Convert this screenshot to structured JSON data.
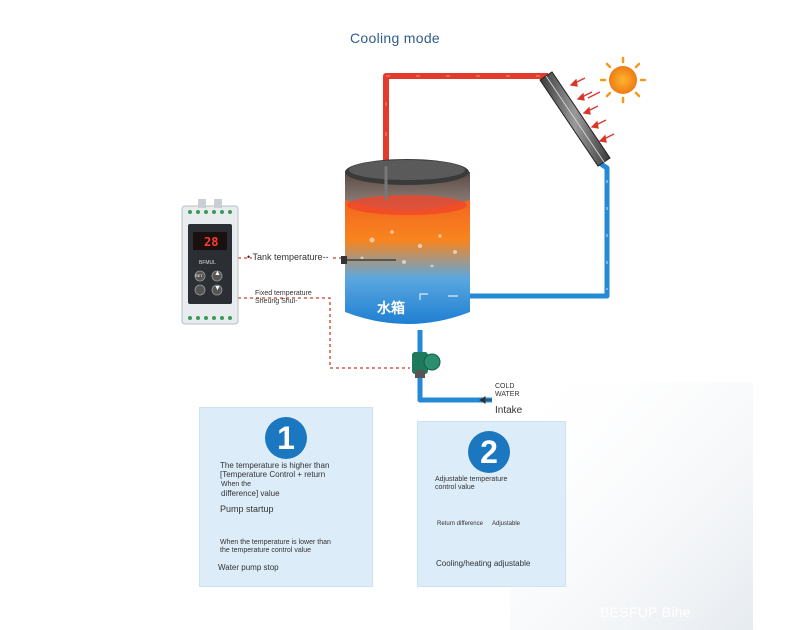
{
  "title": "Cooling mode",
  "tank_label": "水箱",
  "labels": {
    "tank_temperature": "• Tank temperature--",
    "fixed_temperature": "Fixed temperature",
    "sheung_shui": "Sheung Shui-",
    "cold_water_line1": "COLD",
    "cold_water_line2": "WATER",
    "intake": "Intake"
  },
  "controller": {
    "display_value": "28",
    "brand": "BFMUL",
    "set_label": "SET"
  },
  "card1": {
    "number": "1",
    "line1": "The temperature is higher than",
    "line2": "[Temperature Control + return",
    "line3": "When the",
    "line4": "difference] value",
    "pump_startup": "Pump startup",
    "lower_line1": "When the temperature is lower than",
    "lower_line2": "the temperature control value",
    "pump_stop": "Water pump stop"
  },
  "card2": {
    "number": "2",
    "line1": "Adjustable temperature",
    "line2": "control value",
    "return_difference": "Return difference",
    "adjustable": "Adjustable",
    "cooling_heating": "Cooling/heating adjustable"
  },
  "watermark": "BESFUP Bihe",
  "colors": {
    "hot_pipe": "#e23b2c",
    "cold_pipe": "#2489d6",
    "badge": "#1b77c0",
    "card_bg": "#dcecf8",
    "sun": "#f39a1f",
    "title": "#2e5d8e"
  }
}
